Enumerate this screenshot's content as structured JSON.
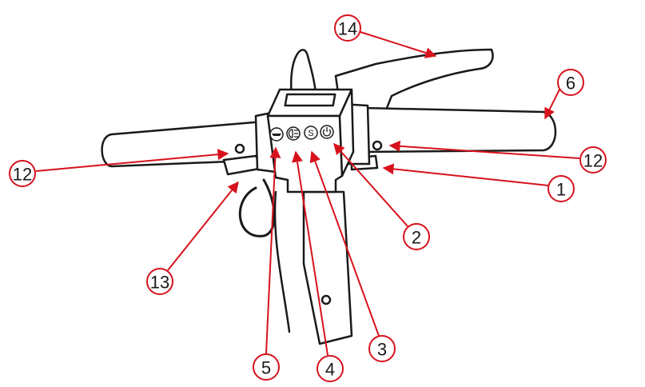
{
  "diagram": {
    "accent_color": "#d7121c",
    "line_color": "#1a1a1a",
    "callouts": [
      {
        "label": "14",
        "part": "brake-lever"
      },
      {
        "label": "6",
        "part": "right-grip"
      },
      {
        "label": "12",
        "part": "left-screw"
      },
      {
        "label": "12",
        "part": "right-screw"
      },
      {
        "label": "1",
        "part": "throttle"
      },
      {
        "label": "13",
        "part": "left-bracket"
      },
      {
        "label": "2",
        "part": "power-button"
      },
      {
        "label": "5",
        "part": "horn-button"
      },
      {
        "label": "4",
        "part": "light-button"
      },
      {
        "label": "3",
        "part": "speed-mode-button"
      }
    ],
    "button_icons": [
      "horn-icon",
      "headlight-icon",
      "speed-mode-icon",
      "power-icon"
    ],
    "button_glyph_s": "S"
  }
}
